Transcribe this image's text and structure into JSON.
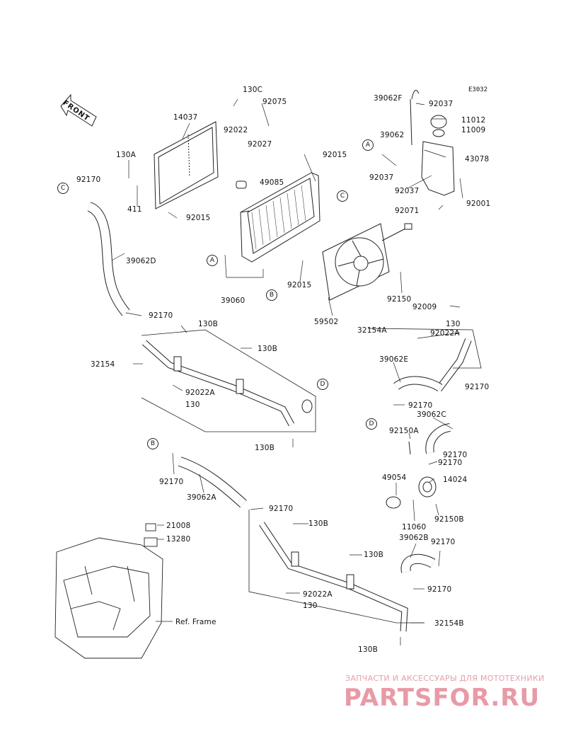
{
  "diagram_code": "E3032",
  "front_label": "FRONT",
  "ref_frame": "Ref. Frame",
  "watermark": {
    "tagline": "ЗАПЧАСТИ И АКСЕССУАРЫ ДЛЯ МОТОТЕХНИКИ",
    "brand": "PARTSFOR.RU"
  },
  "circled": {
    "A1": "A",
    "A2": "A",
    "B1": "B",
    "B2": "B",
    "C1": "C",
    "C2": "C",
    "D1": "D",
    "D2": "D"
  },
  "labels": {
    "l14037": "14037",
    "l130a": "130A",
    "l411": "411",
    "l92015a": "92015",
    "l130c": "130C",
    "l92075": "92075",
    "l92022a": "92022",
    "l92027": "92027",
    "l92015b": "92015",
    "l49085": "49085",
    "l39060": "39060",
    "l92015c": "92015",
    "l59502": "59502",
    "l92150a": "92150",
    "l39062f": "39062F",
    "l92037a": "92037",
    "l11012": "11012",
    "l11009": "11009",
    "l39062": "39062",
    "l43078": "43078",
    "l92037b": "92037",
    "l92037c": "92037",
    "l92001": "92001",
    "l92071": "92071",
    "l92009": "92009",
    "l92170a": "92170",
    "l39062d": "39062D",
    "l92170b": "92170",
    "l130b1": "130B",
    "l130b2": "130B",
    "l32154": "32154",
    "l92022a2": "92022A",
    "l130a2": "130",
    "l130b3": "130B",
    "l130r": "130",
    "l32154a": "32154A",
    "l92022a3": "92022A",
    "l39062e": "39062E",
    "l92170c": "92170",
    "l92170d": "92170",
    "l39062c": "39062C",
    "l92150a2": "92150A",
    "l92170e": "92170",
    "l92170f": "92170",
    "l49054": "49054",
    "l14024": "14024",
    "l11060": "11060",
    "l92150b": "92150B",
    "l92170g": "92170",
    "l39062a": "39062A",
    "l92170h": "92170",
    "l130b4": "130B",
    "l130b5": "130B",
    "l92022a4": "92022A",
    "l130c2": "130",
    "l39062b": "39062B",
    "l92170i": "92170",
    "l92170j": "92170",
    "l32154b": "32154B",
    "l130b6": "130B",
    "l21008": "21008",
    "l13280": "13280"
  }
}
